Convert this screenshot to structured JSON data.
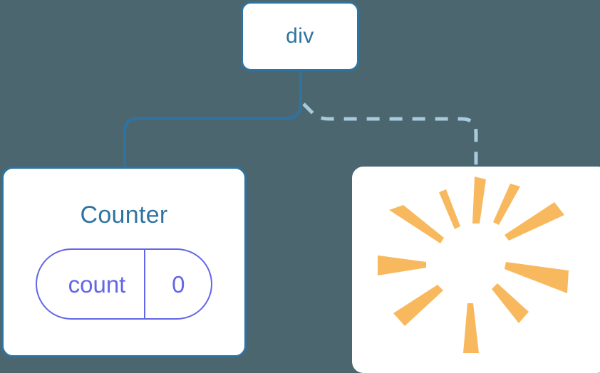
{
  "diagram": {
    "background_color": "#4c6670",
    "nodes": [
      {
        "id": "div",
        "label": "div",
        "kind": "element-node",
        "border_color": "#2f73a0",
        "text_color": "#2f73a0"
      },
      {
        "id": "counter",
        "label": "Counter",
        "kind": "component-node",
        "border_color": "#2f73a0",
        "text_color": "#2f73a0",
        "state": {
          "key": "count",
          "value": "0",
          "accent_color": "#6366e8"
        }
      },
      {
        "id": "sparkle",
        "label": "",
        "kind": "highlight-node",
        "icon": "sparkle-burst-icon",
        "icon_color": "#f8b95e",
        "ray_count": 10
      }
    ],
    "edges": [
      {
        "id": "div-to-counter",
        "from": "div",
        "to": "counter",
        "style": "solid",
        "color": "#2f73a0"
      },
      {
        "id": "div-to-sparkle",
        "from": "div",
        "to": "sparkle",
        "style": "dashed",
        "color": "#a8cadd"
      }
    ]
  }
}
